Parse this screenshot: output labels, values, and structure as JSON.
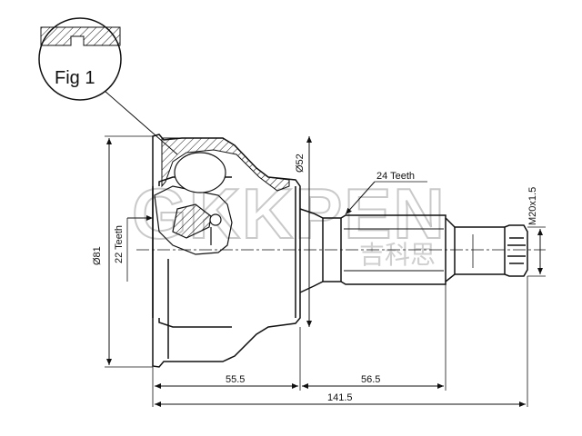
{
  "figure": {
    "label": "Fig 1"
  },
  "dimensions": {
    "outer_diameter": "Ø81",
    "inner_splines": "22 Teeth",
    "seal_diameter": "Ø52",
    "outer_splines": "24 Teeth",
    "thread": "M20x1.5",
    "bell_length": "55.5",
    "shaft_length": "56.5",
    "total_length": "141.5"
  },
  "watermark": {
    "latin": "GKKPEN",
    "chinese": "吉科思"
  }
}
